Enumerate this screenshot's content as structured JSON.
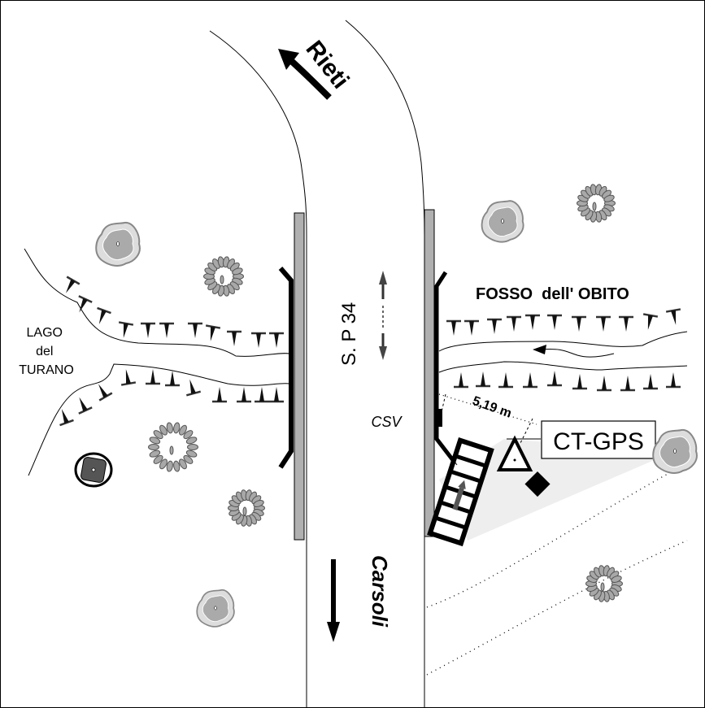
{
  "map": {
    "road_name": "S. P 34",
    "direction_north": "Rieti",
    "direction_south": "Carsoli",
    "lake_label": [
      "LAGO",
      "del",
      "TURANO"
    ],
    "stream_label": "FOSSO  dell' OBITO",
    "csv_label": "CSV",
    "station_label": "CT-GPS",
    "distance_label": "5,19 m"
  },
  "colors": {
    "background": "#ffffff",
    "ink": "#000000",
    "rail": "#b0b0b0",
    "tree_fill": "#a8a8a8",
    "tree_stroke": "#555555",
    "shade": "#eeeeee",
    "boulder": "#555555"
  }
}
